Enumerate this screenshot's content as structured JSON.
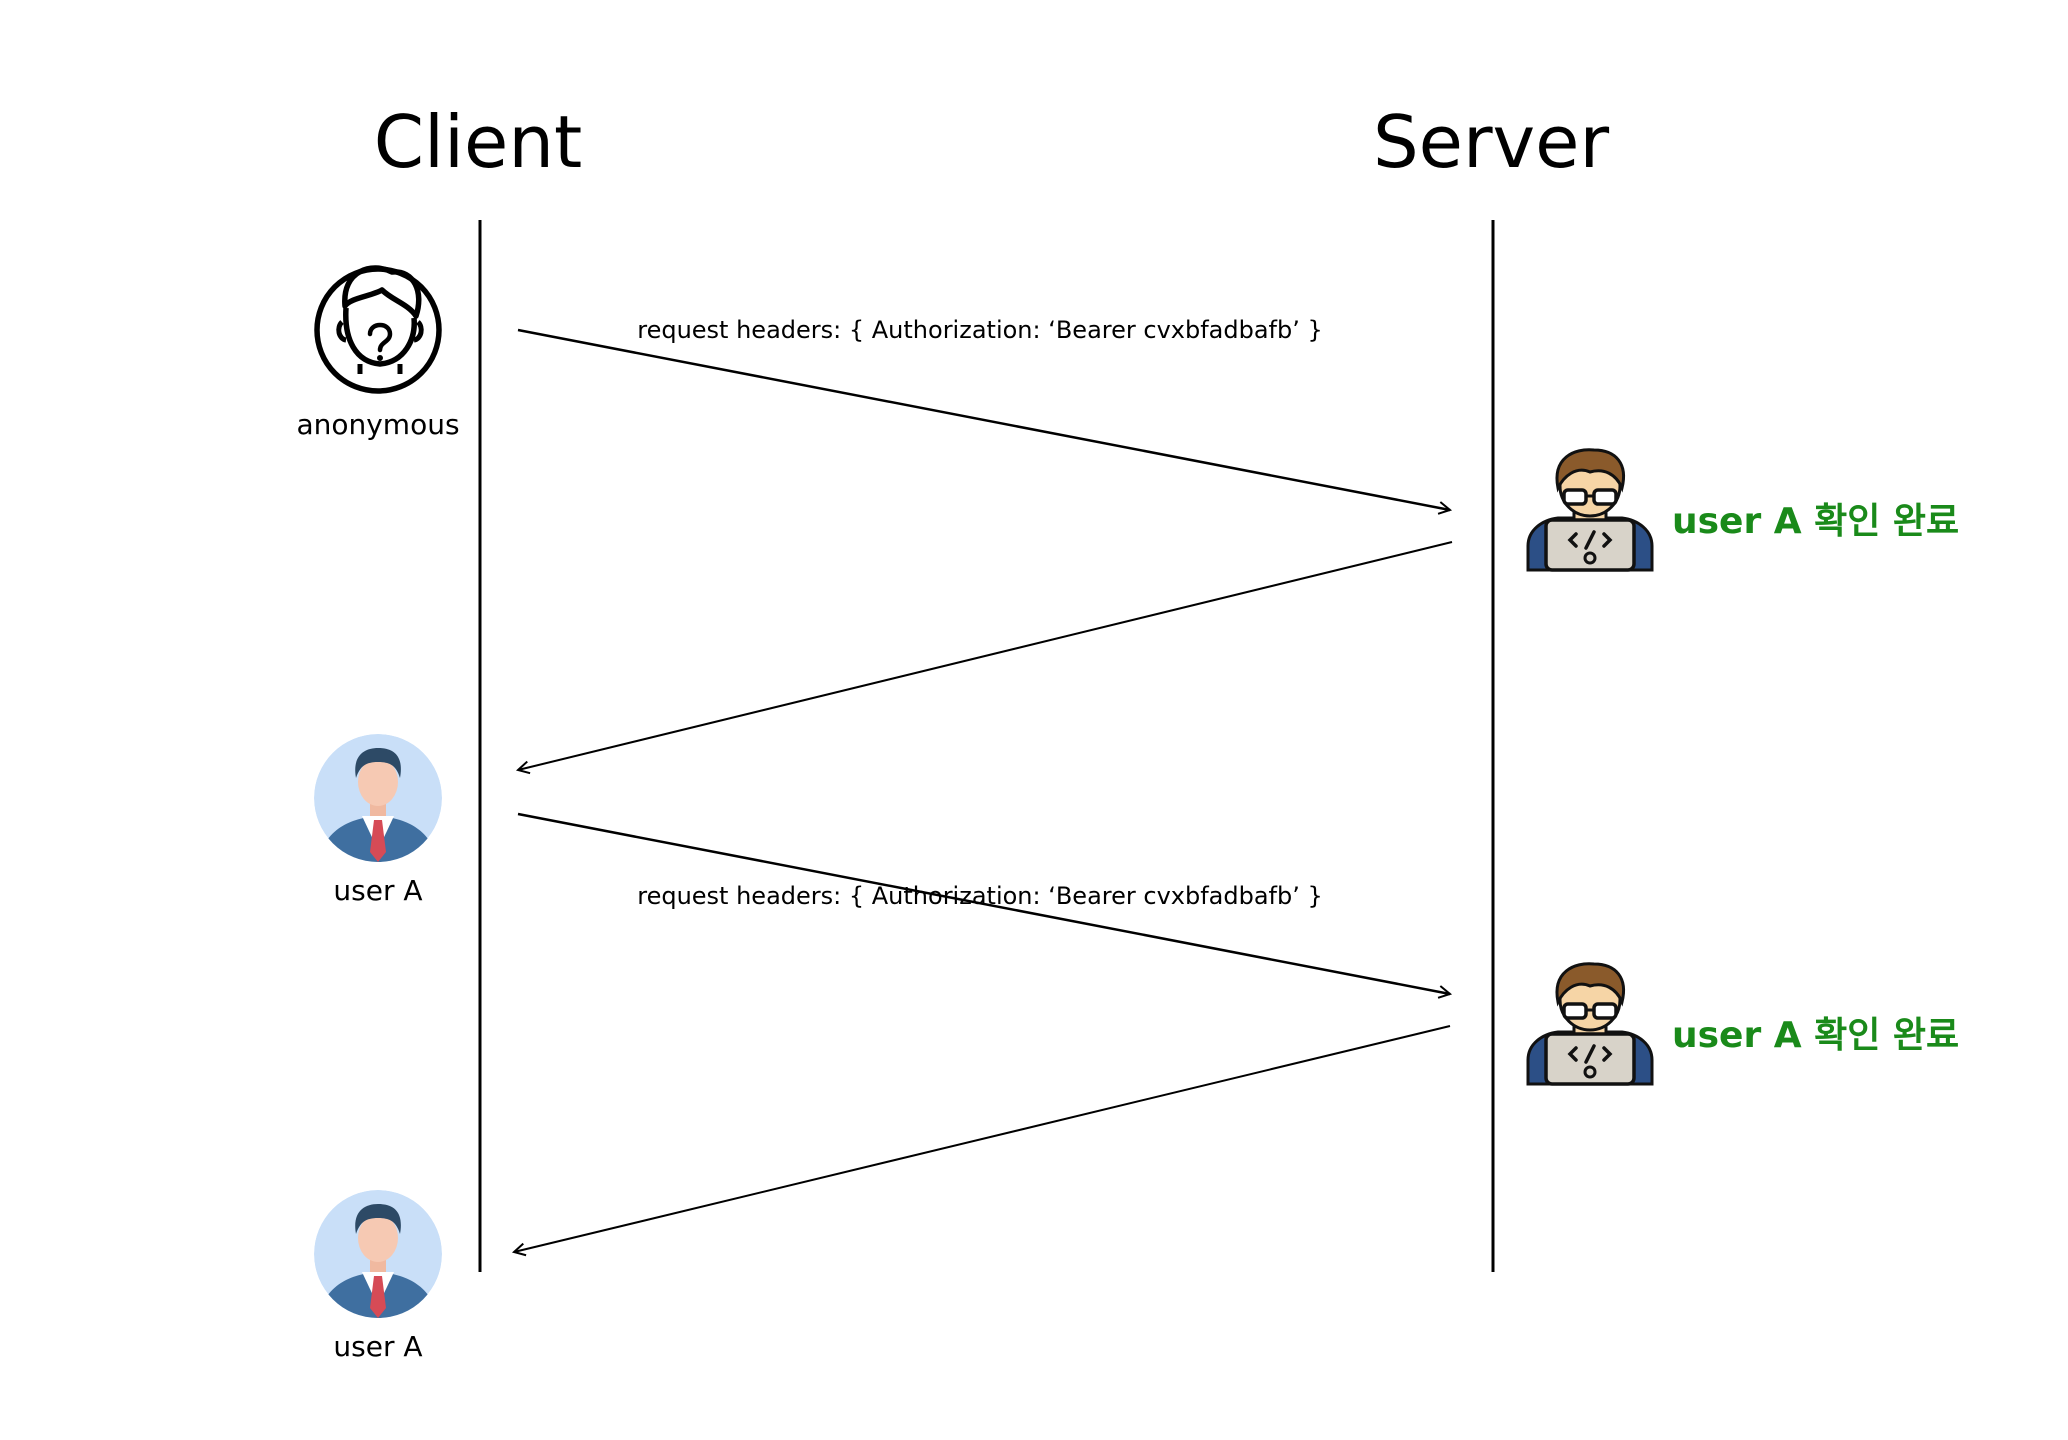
{
  "participants": {
    "client": "Client",
    "server": "Server"
  },
  "actors": {
    "anonymous_label": "anonymous",
    "user_a_label_1": "user A",
    "user_a_label_2": "user A"
  },
  "messages": {
    "request_1": "request headers: { Authorization: ‘Bearer cvxbfadbafb’ }",
    "request_2": "request headers: { Authorization: ‘Bearer cvxbfadbafb’ }"
  },
  "server_status": {
    "status_1": "user A 확인 완료",
    "status_2": "user A 확인 완료"
  },
  "colors": {
    "line": "#000000",
    "status_text": "#1a8a1a",
    "avatar_bg": "#c9dff8",
    "suit": "#3f6fa0",
    "tie": "#d64b56",
    "dev_hair": "#8a5a2b",
    "dev_skin": "#f6d5a6",
    "laptop": "#d8d3c9",
    "dev_sleeve": "#2c4f86"
  },
  "icons": {
    "anonymous": "anonymous-user-icon",
    "user": "businessman-avatar-icon",
    "server": "developer-laptop-icon"
  }
}
